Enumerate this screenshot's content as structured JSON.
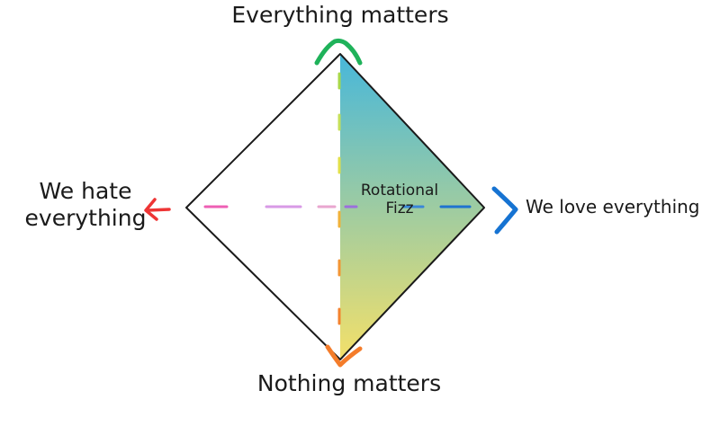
{
  "labels": {
    "top": "Everything matters",
    "bottom": "Nothing matters",
    "left_line1": "We hate",
    "left_line2": "everything",
    "right": "We love everything",
    "center_line1": "Rotational",
    "center_line2": "Fizz"
  },
  "colors": {
    "arrow_up": "#1fb25a",
    "arrow_down": "#f47c2a",
    "arrow_left": "#ee3535",
    "arrow_right": "#1673d2",
    "gradient_top": "#47b7da",
    "gradient_bottom": "#f3e06a",
    "outline": "#1a1a1a"
  },
  "icons": {
    "up": "chevron-up-icon",
    "down": "chevron-down-icon",
    "left": "arrow-left-icon",
    "right": "chevron-right-icon"
  }
}
